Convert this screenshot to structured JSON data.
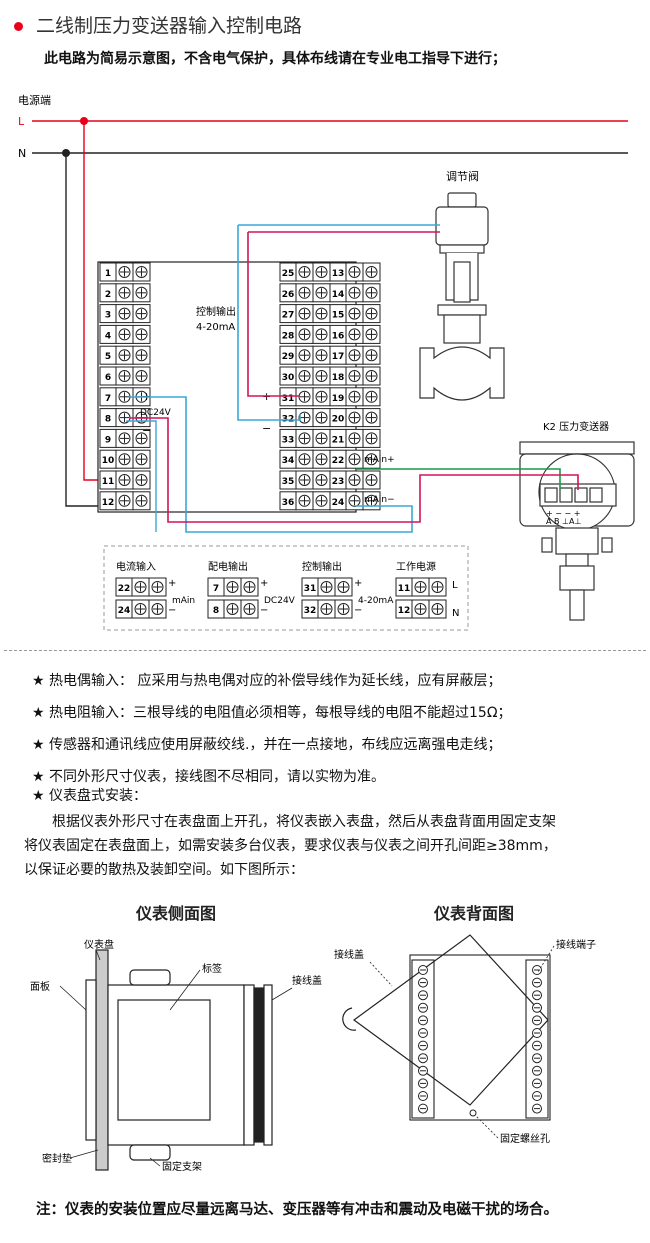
{
  "header": {
    "title": "二线制压力变送器输入控制电路",
    "subtitle": "此电路为简易示意图，不含电气保护，具体布线请在专业电工指导下进行；"
  },
  "wiring": {
    "power_label": "电源端",
    "line_L": "L",
    "line_N": "N",
    "valve_label": "调节阀",
    "transmitter_label": "K2 压力变送器",
    "control_output_label_1": "控制输出",
    "control_output_label_2": "4-20mA",
    "dc24v": "DC24V",
    "plus": "+",
    "minus": "−",
    "main_plus": "mAin+",
    "main_minus": "mAin−",
    "left_terminals": [
      "1",
      "2",
      "3",
      "4",
      "5",
      "6",
      "7",
      "8",
      "9",
      "10",
      "11",
      "12"
    ],
    "mid_terminals": [
      "25",
      "26",
      "27",
      "28",
      "29",
      "30",
      "31",
      "32",
      "33",
      "34",
      "35",
      "36"
    ],
    "right_terminals": [
      "13",
      "14",
      "15",
      "16",
      "17",
      "18",
      "19",
      "20",
      "21",
      "22",
      "23",
      "24"
    ],
    "transmitter_marks": "A  B  ⊥A⊥",
    "transmitter_pm": "+ −  −  +"
  },
  "legend": {
    "current_input": {
      "title": "电流输入",
      "t1": "22",
      "t2": "24",
      "unit": "mAin"
    },
    "power_output": {
      "title": "配电输出",
      "t1": "7",
      "t2": "8",
      "unit": "DC24V"
    },
    "control_output": {
      "title": "控制输出",
      "t1": "31",
      "t2": "32",
      "unit": "4-20mA"
    },
    "work_power": {
      "title": "工作电源",
      "t1": "11",
      "t2": "12",
      "l": "L",
      "n": "N"
    }
  },
  "notes": [
    "★  热电偶输入：  应采用与热电偶对应的补偿导线作为延长线，应有屏蔽层；",
    "★  热电阻输入：三根导线的电阻值必须相等，每根导线的电阻不能超过15Ω；",
    "★  传感器和通讯线应使用屏蔽绞线.，并在一点接地，布线应远离强电走线；",
    "★  不同外形尺寸仪表，接线图不尽相同，请以实物为准。",
    "★ 仪表盘式安装："
  ],
  "paragraph": {
    "line1": "根据仪表外形尺寸在表盘面上开孔，将仪表嵌入表盘，然后从表盘背面用固定支架",
    "line2": "将仪表固定在表盘面上，如需安装多台仪表，要求仪表与仪表之间开孔间距≥38mm，",
    "line3": "以保证必要的散热及装卸空间。如下图所示："
  },
  "side_view": {
    "title": "仪表侧面图",
    "panel_board": "仪表盘",
    "face": "面板",
    "tag": "标签",
    "wiring_cover": "接线盖",
    "seal": "密封垫",
    "bracket": "固定支架"
  },
  "back_view": {
    "title": "仪表背面图",
    "wiring_cover": "接线盖",
    "terminal": "接线端子",
    "screw_hole": "固定螺丝孔"
  },
  "footer": "注：仪表的安装位置应尽量远离马达、变压器等有冲击和震动及电磁干扰的场合。",
  "colors": {
    "red": "#e8001c",
    "magenta": "#d4145a",
    "blue": "#3aa7d8",
    "green": "#1a9a4a",
    "black": "#222"
  }
}
